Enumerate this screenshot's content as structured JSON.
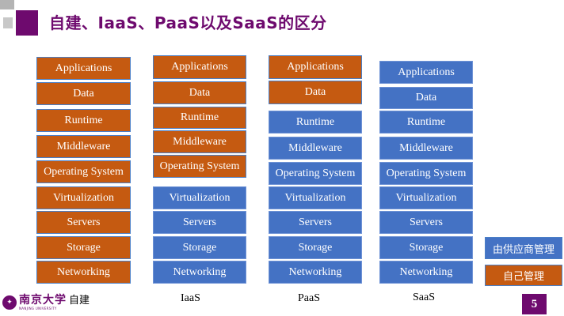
{
  "title": "自建、IaaS、PaaS以及SaaS的区分",
  "colors": {
    "self_managed": "#c55a11",
    "vendor_managed": "#4472c4",
    "accent": "#6e0a6e"
  },
  "layers": [
    "Applications",
    "Data",
    "Runtime",
    "Middleware",
    "Operating System",
    "Virtualization",
    "Servers",
    "Storage",
    "Networking"
  ],
  "columns": [
    {
      "label": "自建",
      "self_managed_layers": 9
    },
    {
      "label": "IaaS",
      "self_managed_layers": 5
    },
    {
      "label": "PaaS",
      "self_managed_layers": 2
    },
    {
      "label": "SaaS",
      "self_managed_layers": 0
    }
  ],
  "legend": {
    "vendor": "由供应商管理",
    "self": "自己管理"
  },
  "logo": {
    "name_cn": "南京大学",
    "name_en": "NANJING UNIVERSITY"
  },
  "page_number": "5"
}
